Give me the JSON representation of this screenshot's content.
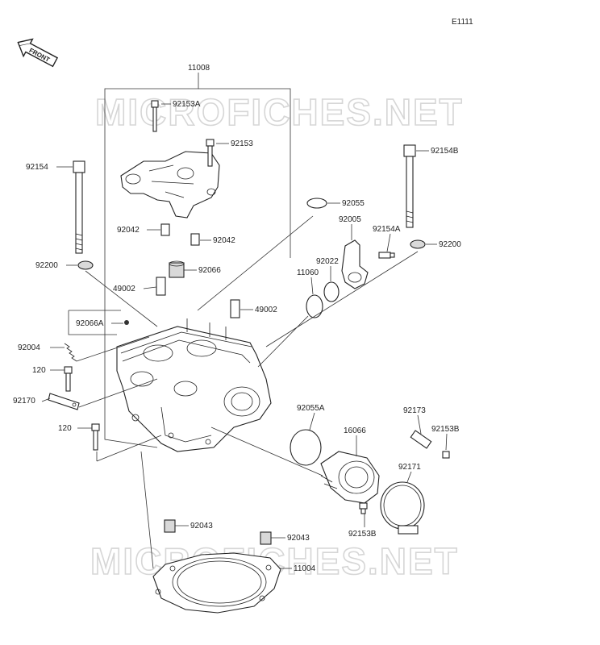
{
  "diagram_code": "E1111",
  "front_badge": "FRONT",
  "watermark": "MICROFICHES.NET",
  "parts": {
    "p11008": "11008",
    "p92153A": "92153A",
    "p92153": "92153",
    "p92154": "92154",
    "p92154B": "92154B",
    "p92055": "92055",
    "p92005": "92005",
    "p92154A": "92154A",
    "p92042a": "92042",
    "p92042b": "92042",
    "p92200a": "92200",
    "p92200b": "92200",
    "p92022": "92022",
    "p11060": "11060",
    "p92066": "92066",
    "p49002a": "49002",
    "p49002b": "49002",
    "p92066A": "92066A",
    "p92004": "92004",
    "p120a": "120",
    "p92170": "92170",
    "p120b": "120",
    "p92055A": "92055A",
    "p16066": "16066",
    "p92173": "92173",
    "p92153B_a": "92153B",
    "p92171": "92171",
    "p92153B_b": "92153B",
    "p92043a": "92043",
    "p92043b": "92043",
    "p11004": "11004"
  }
}
